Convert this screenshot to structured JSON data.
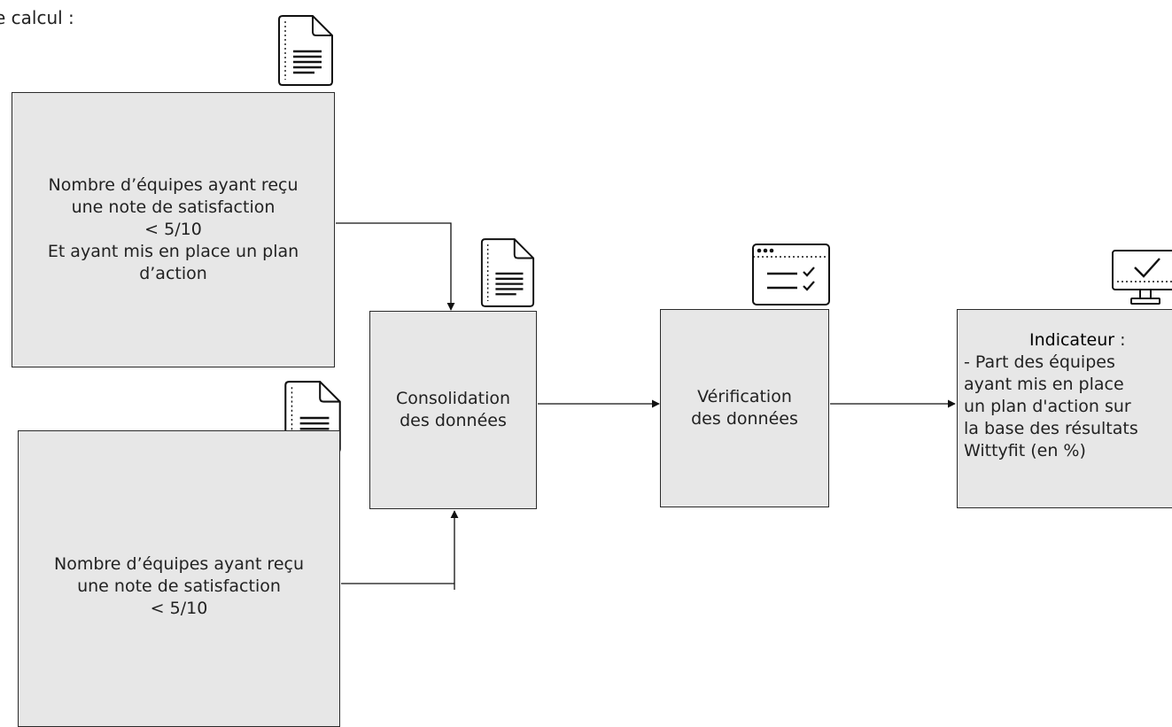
{
  "header": "e calcul :",
  "nodes": {
    "input_a": [
      "Nombre d’équipes ayant reçu",
      "une note de satisfaction",
      "< 5/10",
      "Et ayant mis en place un plan",
      "d’action"
    ],
    "input_b": [
      "Nombre d’équipes ayant reçu",
      "une note de satisfaction",
      "< 5/10"
    ],
    "consolidation": [
      "Consolidation",
      "des données"
    ],
    "verification": [
      "Vérification",
      "des données"
    ],
    "indicator": {
      "title": "Indicateur",
      "title_suffix": " :",
      "lines": [
        "- Part des équipes",
        "ayant mis en place",
        "un plan d'action sur",
        "la base des résultats",
        "Wittyfit (en %)"
      ]
    }
  },
  "colors": {
    "box_fill": "#e7e7e7",
    "stroke": "#2b2b2b"
  },
  "icons": {
    "input_a": "document-icon",
    "input_b": "document-icon",
    "consolidation": "document-icon",
    "verification": "checklist-window-icon",
    "indicator": "monitor-check-icon"
  }
}
